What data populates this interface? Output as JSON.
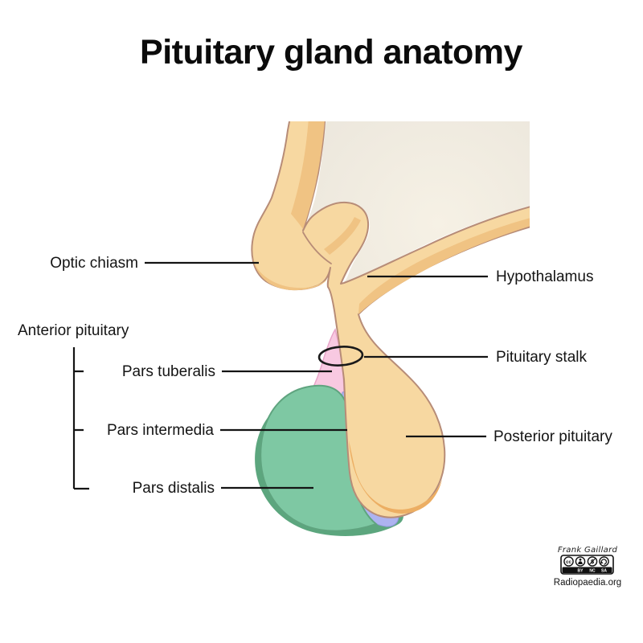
{
  "title": "Pituitary gland anatomy",
  "labels": {
    "optic_chiasm": "Optic chiasm",
    "hypothalamus": "Hypothalamus",
    "anterior_pituitary": "Anterior pituitary",
    "pars_tuberalis": "Pars tuberalis",
    "pars_intermedia": "Pars intermedia",
    "pars_distalis": "Pars distalis",
    "pituitary_stalk": "Pituitary stalk",
    "posterior_pituitary": "Posterior pituitary"
  },
  "credit": {
    "author": "Frank Gaillard",
    "license_cc": "cc",
    "license_by": "BY",
    "license_nc": "NC",
    "license_sa": "SA",
    "site": "Radiopaedia.org"
  },
  "colors": {
    "hypothalamus_tan": "#F7D8A1",
    "tan_shadow": "#F0C383",
    "outline_rose": "#B78C77",
    "ventricle_grey": "#EAE5DB",
    "pars_tuberalis_pink": "#F8C9E1",
    "pars_intermedia_periwinkle": "#ADB3F0",
    "pars_distalis_green": "#7EC8A3",
    "pars_distalis_dark_green": "#5CA67E",
    "posterior_shadow_orange": "#ECAE63",
    "label_black": "#141414"
  }
}
